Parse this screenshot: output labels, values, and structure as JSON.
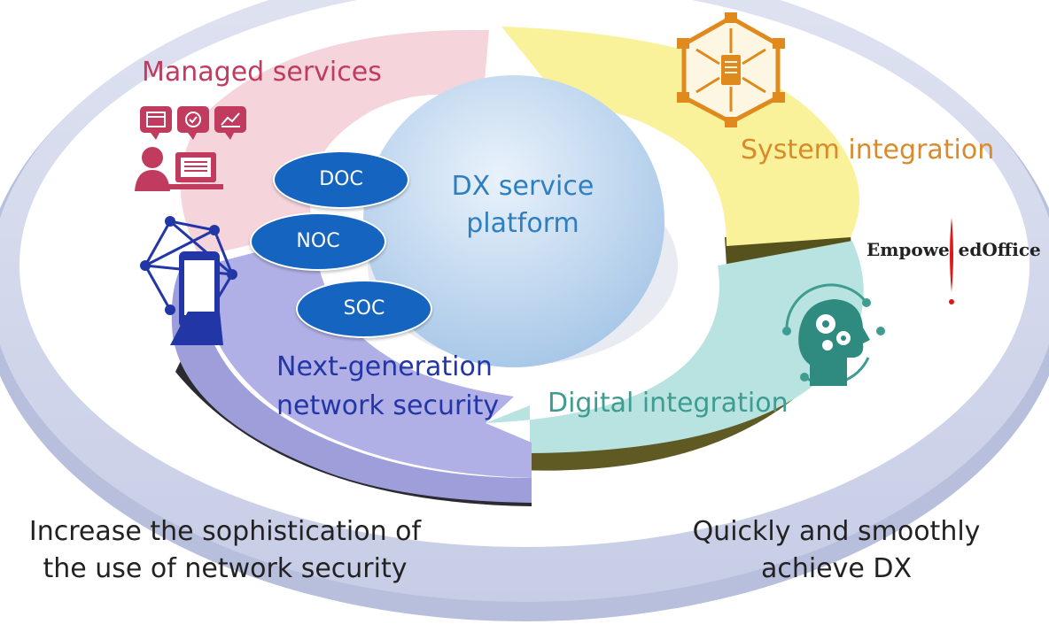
{
  "diagram": {
    "center": {
      "line1": "DX service",
      "line2": "platform"
    },
    "segments": {
      "managed": {
        "label": "Managed services",
        "color": "#c03b5d"
      },
      "system": {
        "label": "System integration",
        "color": "#d98a2b"
      },
      "digital": {
        "label": "Digital integration",
        "color": "#3e9c90"
      },
      "security": {
        "line1": "Next-generation",
        "line2": "network security",
        "color": "#2236a6"
      }
    },
    "centers": [
      "DOC",
      "NOC",
      "SOC"
    ],
    "captions": {
      "left": {
        "line1": "Increase the sophistication of",
        "line2": "the use of network security"
      },
      "right": {
        "line1": "Quickly and smoothly",
        "line2": "achieve DX"
      }
    },
    "logo": {
      "part1": "Empowe",
      "part2": "edOffice"
    },
    "icons": [
      "calendar-icon",
      "clock-icon",
      "chart-icon",
      "operator-icon",
      "server-network-icon",
      "mobile-network-icon",
      "ai-head-gears-icon"
    ]
  }
}
